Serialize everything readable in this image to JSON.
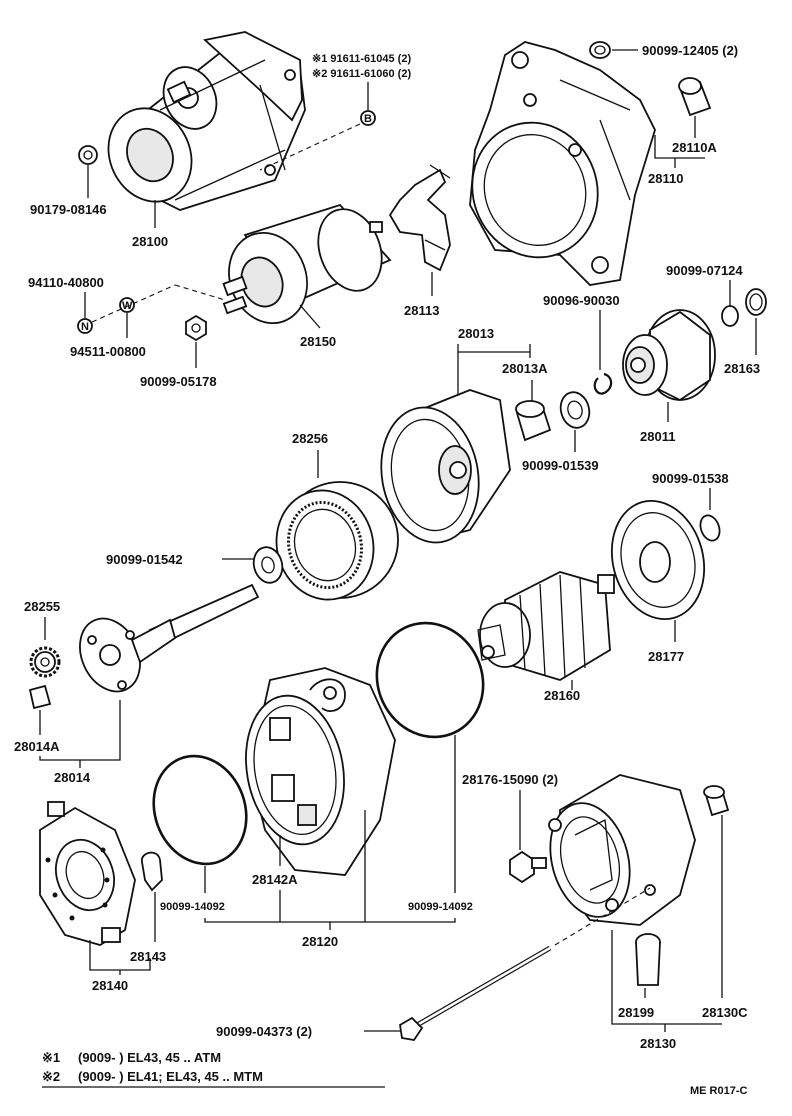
{
  "parts": {
    "p90179_08146": "90179-08146",
    "p28100": "28100",
    "p91611_61045": "※1 91611-61045 (2)",
    "p91611_61060": "※2 91611-61060 (2)",
    "callout_b": "B",
    "p90099_12405": "90099-12405 (2)",
    "p28110A": "28110A",
    "p28110": "28110",
    "p94110_40800": "94110-40800",
    "callout_n": "N",
    "callout_w": "W",
    "p94511_00800": "94511-00800",
    "p90099_05178": "90099-05178",
    "p28150": "28150",
    "p28113": "28113",
    "p90099_07124": "90099-07124",
    "p90096_90030": "90096-90030",
    "p28163": "28163",
    "p28013": "28013",
    "p28013A": "28013A",
    "p28011": "28011",
    "p90099_01539": "90099-01539",
    "p28256": "28256",
    "p90099_01538": "90099-01538",
    "p90099_01542": "90099-01542",
    "p28255": "28255",
    "p28177": "28177",
    "p28160": "28160",
    "p28014A": "28014A",
    "p28014": "28014",
    "p28176_15090": "28176-15090 (2)",
    "p28142A": "28142A",
    "p90099_14092_left": "90099-14092",
    "p90099_14092_right": "90099-14092",
    "p28120": "28120",
    "p28143": "28143",
    "p28140": "28140",
    "p28199": "28199",
    "p28130C": "28130C",
    "p28130": "28130",
    "p90099_04373": "90099-04373 (2)"
  },
  "notes": {
    "note1_mark": "※1",
    "note1_text": "(9009-        ) EL43, 45 .. ATM",
    "note2_mark": "※2",
    "note2_text": "(9009-        ) EL41; EL43, 45 .. MTM"
  },
  "figure_code": "ME R017-C"
}
